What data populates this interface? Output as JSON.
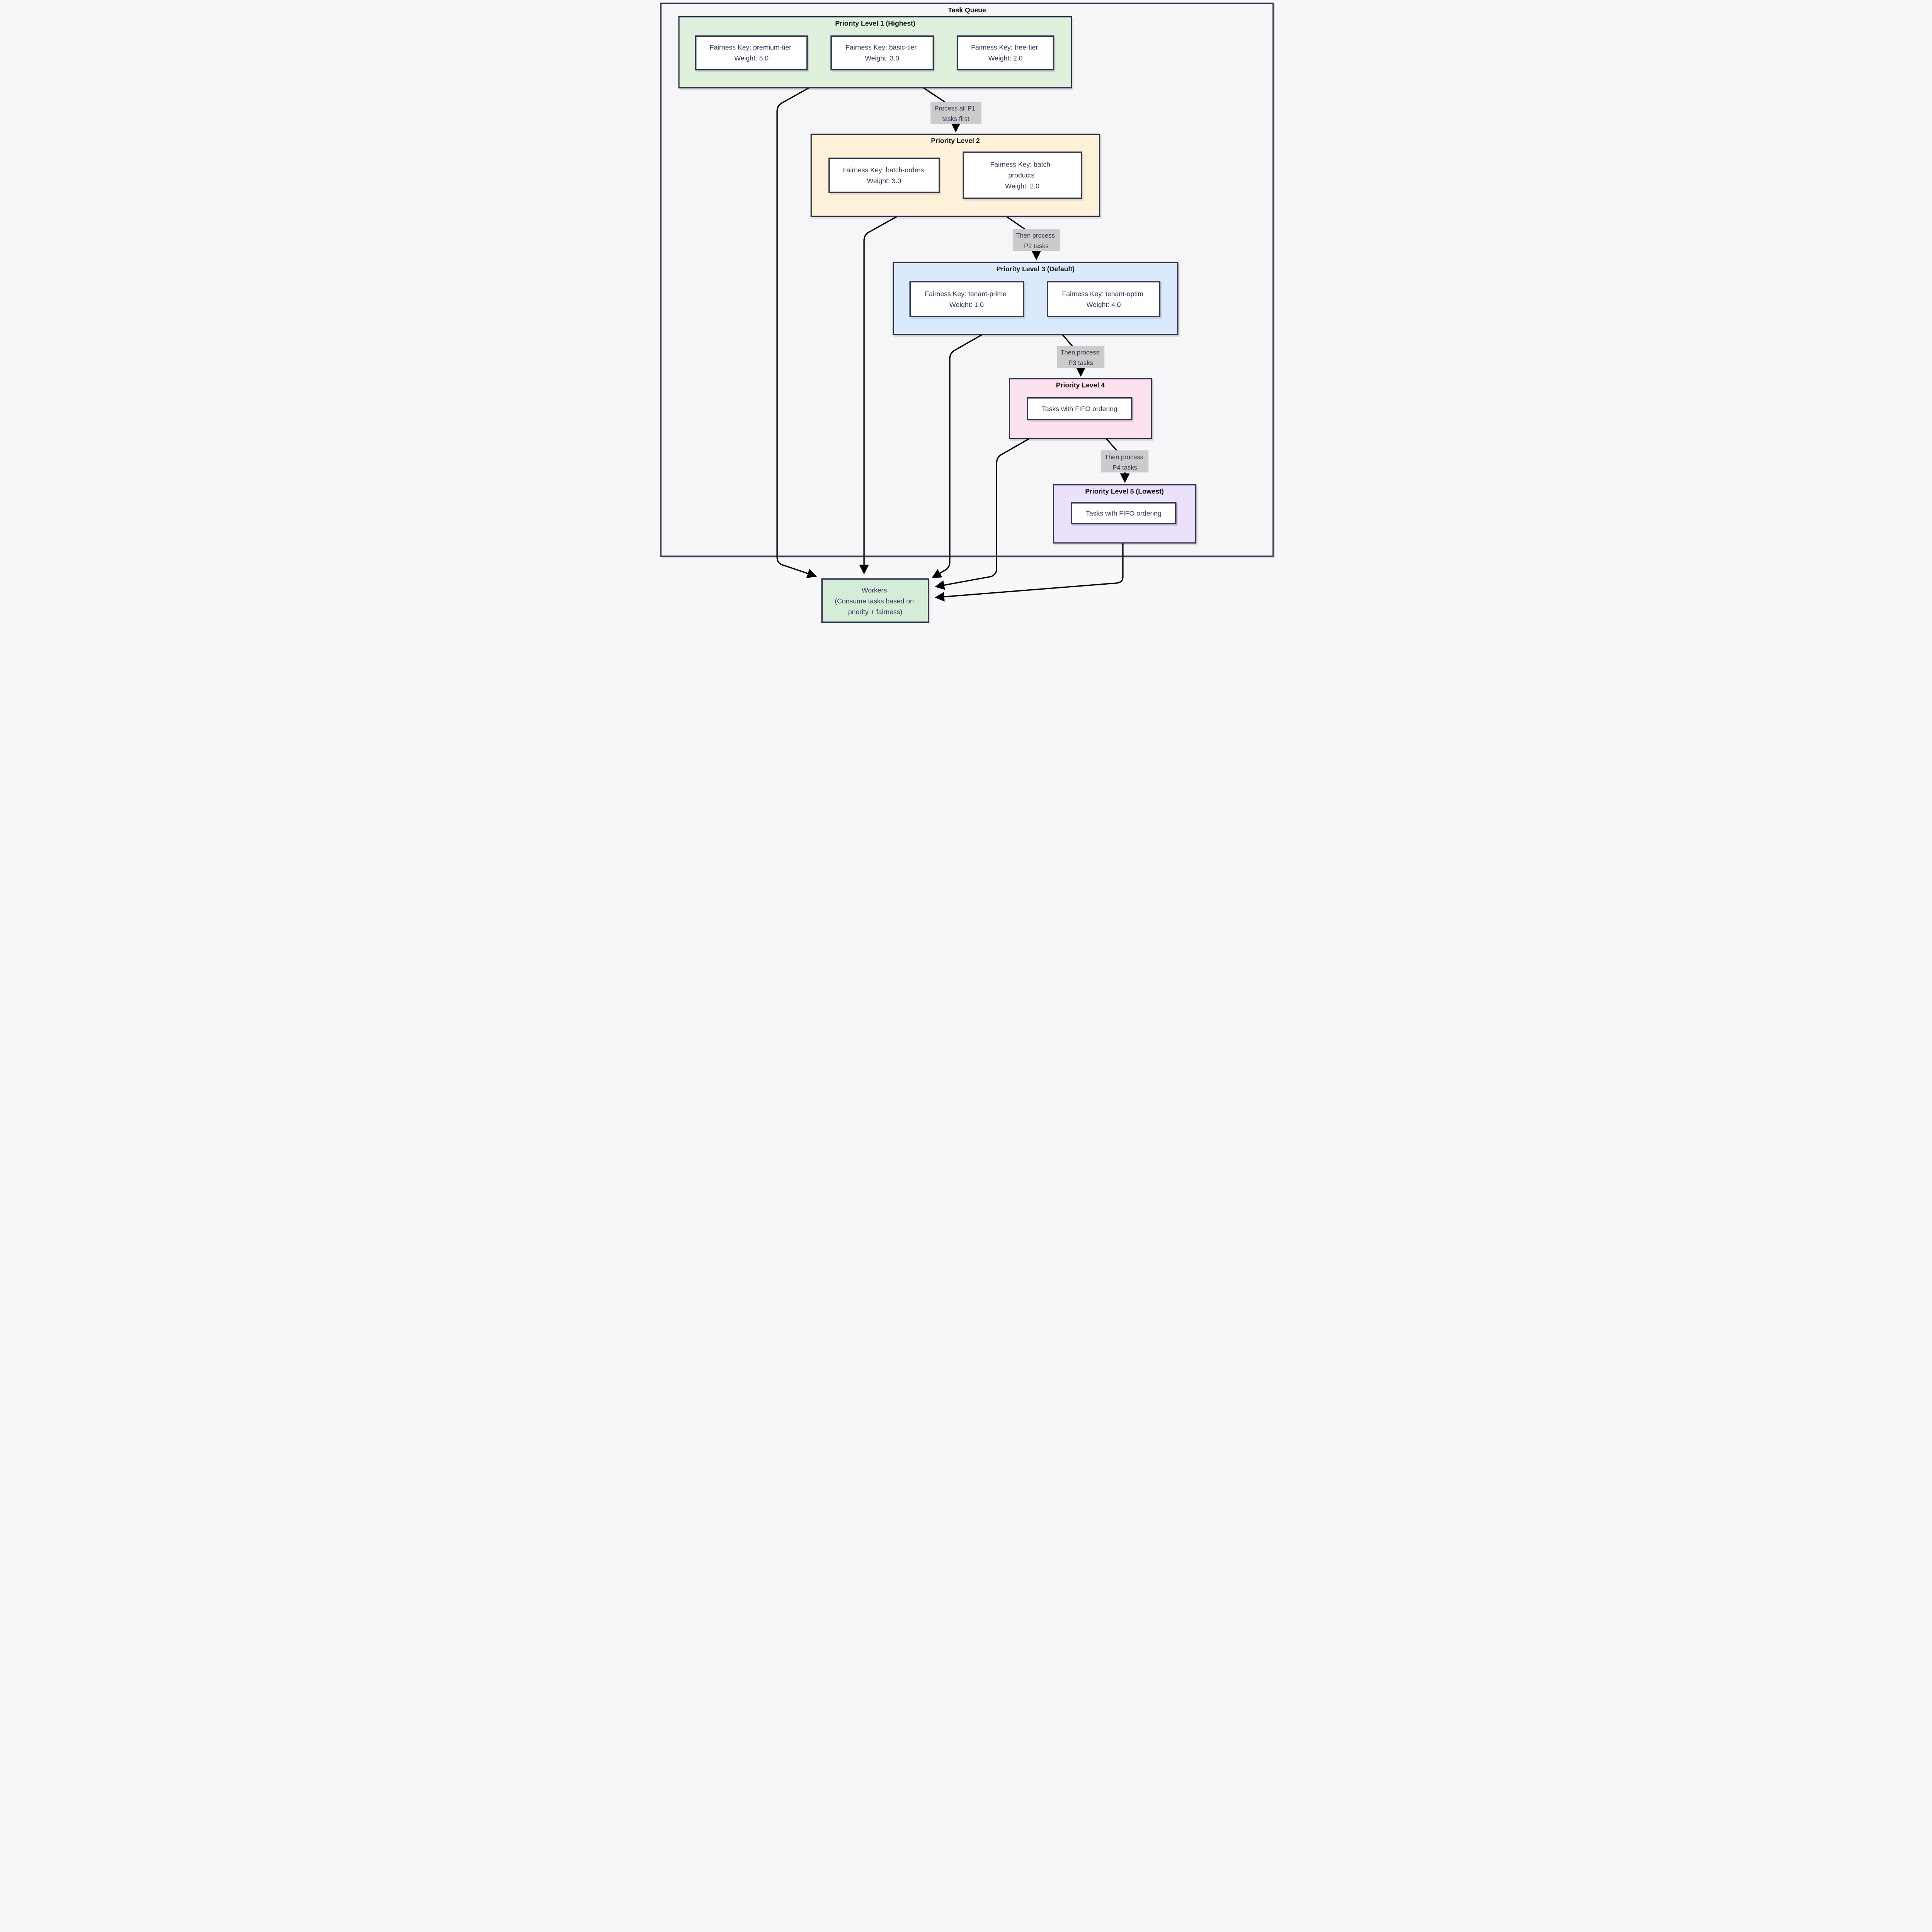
{
  "title": "Task Queue",
  "colors": {
    "canvas": "#f8f8fb",
    "container_fill": "#f6f6f9",
    "p1_fill": "#dff0dc",
    "p2_fill": "#fdf1da",
    "p3_fill": "#daeafc",
    "p4_fill": "#fce1ee",
    "p5_fill": "#ece1fa",
    "workers_fill": "#d5ecd9",
    "node_fill": "#ffffff",
    "label_bg": "#cbcbcb",
    "border": "#2b2e48",
    "arrow": "#000000",
    "text": "#33335a"
  },
  "clusters": {
    "p1": {
      "title": "Priority Level 1 (Highest)"
    },
    "p2": {
      "title": "Priority Level 2"
    },
    "p3": {
      "title": "Priority Level 3 (Default)"
    },
    "p4": {
      "title": "Priority Level 4"
    },
    "p5": {
      "title": "Priority Level 5 (Lowest)"
    }
  },
  "nodes": {
    "premium": {
      "lines": [
        "Fairness Key: premium-tier",
        "Weight: 5.0"
      ]
    },
    "basic": {
      "lines": [
        "Fairness Key: basic-tier",
        "Weight: 3.0"
      ]
    },
    "free": {
      "lines": [
        "Fairness Key: free-tier",
        "Weight: 2.0"
      ]
    },
    "batch_orders": {
      "lines": [
        "Fairness Key: batch-orders",
        "Weight: 3.0"
      ]
    },
    "batch_products": {
      "lines": [
        "Fairness Key: batch-",
        "products",
        "Weight: 2.0"
      ]
    },
    "tenant_prime": {
      "lines": [
        "Fairness Key: tenant-prime",
        "Weight: 1.0"
      ]
    },
    "tenant_optim": {
      "lines": [
        "Fairness Key: tenant-optim",
        "Weight: 4.0"
      ]
    },
    "fifo4": {
      "lines": [
        "Tasks with FIFO ordering"
      ]
    },
    "fifo5": {
      "lines": [
        "Tasks with FIFO ordering"
      ]
    },
    "workers": {
      "lines": [
        "Workers",
        "(Consume tasks based on",
        "priority + fairness)"
      ]
    }
  },
  "edge_labels": {
    "l1": {
      "lines": [
        "Process all P1",
        "tasks first"
      ]
    },
    "l2": {
      "lines": [
        "Then process",
        "P2 tasks"
      ]
    },
    "l3": {
      "lines": [
        "Then process",
        "P3 tasks"
      ]
    },
    "l4": {
      "lines": [
        "Then process",
        "P4 tasks"
      ]
    }
  }
}
